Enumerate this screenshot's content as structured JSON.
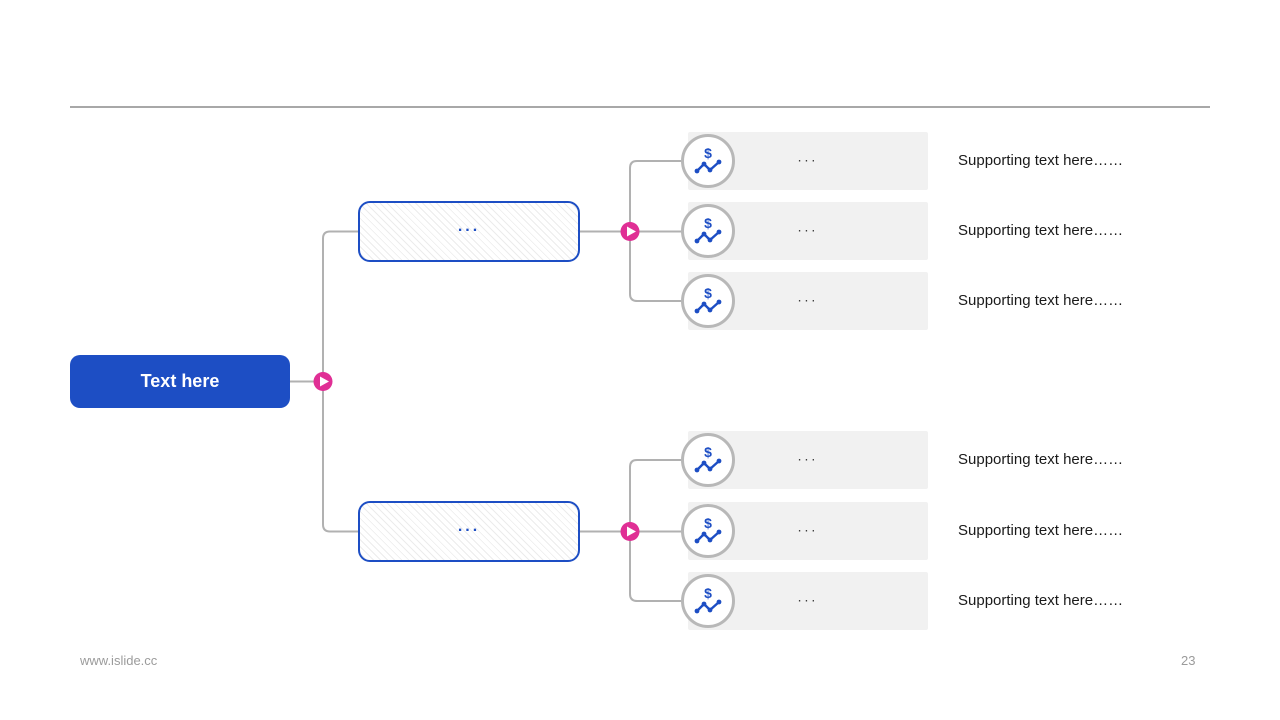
{
  "colors": {
    "accent_blue": "#1d4ec4",
    "accent_pink": "#e02f95",
    "connector_gray": "#b1b1b1",
    "ring_gray": "#b8b8b8",
    "leaf_box_bg": "#f1f1f1",
    "divider_gray": "#a8a8a8",
    "text_dark": "#1a1a1a",
    "footer_gray": "#9b9b9b"
  },
  "icons": {
    "dollar_glyph": "$",
    "play_glyph": "▶"
  },
  "tree": {
    "root": {
      "label": "Text here"
    },
    "groups": [
      {
        "node_label": "...",
        "leaves": [
          {
            "box_label": "...",
            "support_text": "Supporting text here……"
          },
          {
            "box_label": "...",
            "support_text": "Supporting text here……"
          },
          {
            "box_label": "...",
            "support_text": "Supporting text here……"
          }
        ]
      },
      {
        "node_label": "...",
        "leaves": [
          {
            "box_label": "...",
            "support_text": "Supporting text here……"
          },
          {
            "box_label": "...",
            "support_text": "Supporting text here……"
          },
          {
            "box_label": "...",
            "support_text": "Supporting text here……"
          }
        ]
      }
    ]
  },
  "footer": {
    "url": "www.islide.cc",
    "page_number": "23"
  }
}
